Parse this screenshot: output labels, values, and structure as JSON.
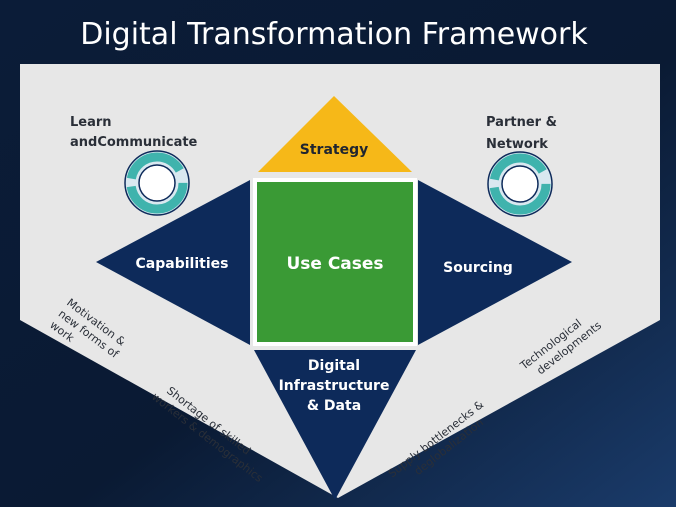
{
  "title": "Digital Transformation Framework",
  "colors": {
    "background": "#0a1a33",
    "panel": "#e7e7e7",
    "navy": "#0d2a5a",
    "green": "#3a9a35",
    "gold": "#f6b818",
    "teal": "#3fb3ad"
  },
  "framework": {
    "center": "Use Cases",
    "top": "Strategy",
    "left": "Capabilities",
    "right": "Sourcing",
    "bottom": {
      "line1": "Digital",
      "line2": "Infrastructure",
      "line3": "& Data"
    }
  },
  "side_labels": {
    "learn": {
      "line1": "Learn",
      "line2": "andCommunicate"
    },
    "partner": {
      "line1": "Partner &",
      "line2": "Network"
    }
  },
  "drivers": {
    "motivation": {
      "line1": "Motivation &",
      "line2": "new forms of",
      "line3": "work"
    },
    "shortage": {
      "line1": "Shortage of skilled",
      "line2": "workers & demographics"
    },
    "supply": {
      "line1": "Supply bottlenecks &",
      "line2": "deglobalization"
    },
    "technological": {
      "line1": "Technological",
      "line2": "developments"
    }
  },
  "icons": {
    "left_ring": "cycle-ring-icon",
    "right_ring": "cycle-ring-icon"
  }
}
